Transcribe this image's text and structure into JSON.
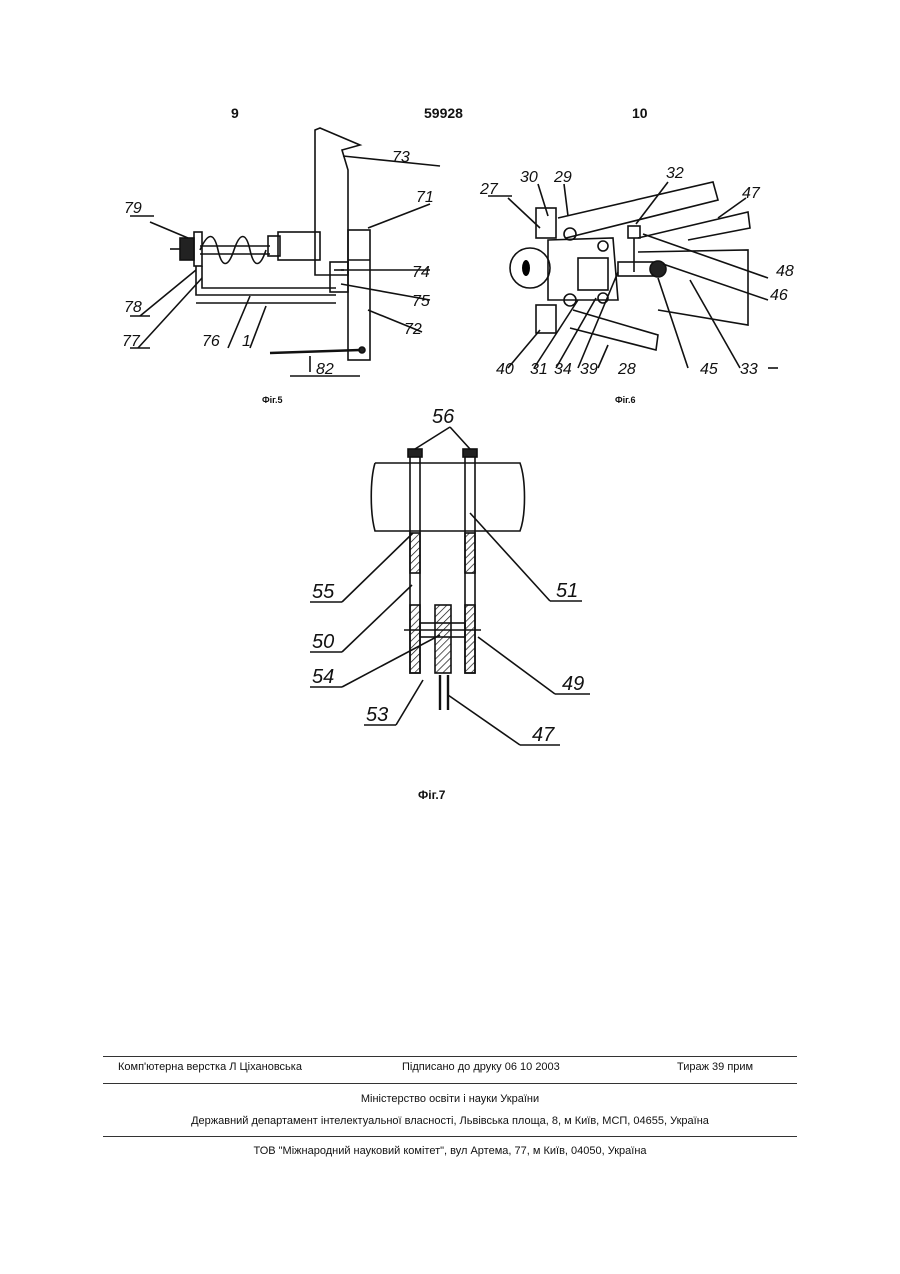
{
  "header": {
    "page_left": "9",
    "patent_number": "59928",
    "page_right": "10"
  },
  "figures": {
    "fig5": {
      "caption": "Фіг.5",
      "labels": {
        "l73": "73",
        "l71": "71",
        "l79": "79",
        "l74": "74",
        "l78": "78",
        "l75": "75",
        "l72": "72",
        "l77": "77",
        "l76": "76",
        "l1": "1",
        "l82": "82"
      }
    },
    "fig6": {
      "caption": "Фіг.6",
      "labels": {
        "l27": "27",
        "l30": "30",
        "l29": "29",
        "l32": "32",
        "l47": "47",
        "l48": "48",
        "l46": "46",
        "l40": "40",
        "l31": "31",
        "l34": "34",
        "l39": "39",
        "l28": "28",
        "l45": "45",
        "l33": "33"
      }
    },
    "fig7": {
      "caption": "Фіг.7",
      "labels": {
        "l56": "56",
        "l55": "55",
        "l51": "51",
        "l50": "50",
        "l54": "54",
        "l49": "49",
        "l53": "53",
        "l47": "47"
      }
    }
  },
  "footer": {
    "typesetting": "Комп'ютерна верстка Л  Ціхановська",
    "signed": "Підписано до друку 06 10 2003",
    "circulation": "Тираж 39 прим",
    "ministry": "Міністерство освіти і науки України",
    "department": "Державний департамент інтелектуальної власності, Львівська площа, 8, м  Київ, МСП, 04655, Україна",
    "publisher": "ТОВ \"Міжнародний науковий комітет\", вул  Артема, 77, м  Київ, 04050, Україна"
  }
}
